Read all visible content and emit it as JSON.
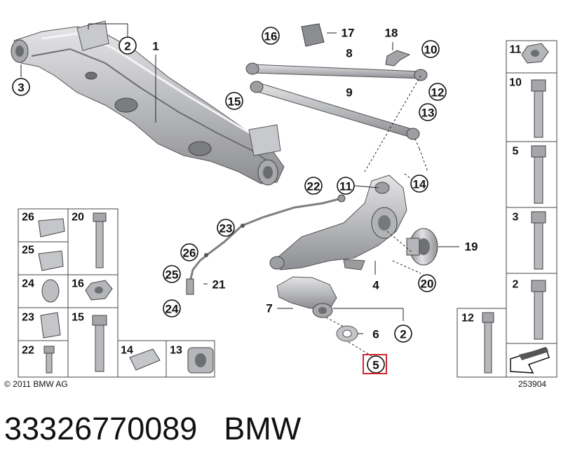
{
  "copyright": "© 2011 BMW AG",
  "diagram_number": "253904",
  "part_number": "33326770089",
  "brand": "BMW",
  "highlight_color": "#d0282e",
  "labels": {
    "l1": "1",
    "l2": "2",
    "l3": "3",
    "l4": "4",
    "l5": "5",
    "l6": "6",
    "l7": "7",
    "l8": "8",
    "l9": "9",
    "l10": "10",
    "l11": "11",
    "l12": "12",
    "l13": "13",
    "l14": "14",
    "l15": "15",
    "l16": "16",
    "l17": "17",
    "l18": "18",
    "l19": "19",
    "l20": "20",
    "l21": "21",
    "l22": "22",
    "l23": "23",
    "l24": "24",
    "l25": "25",
    "l26": "26"
  }
}
